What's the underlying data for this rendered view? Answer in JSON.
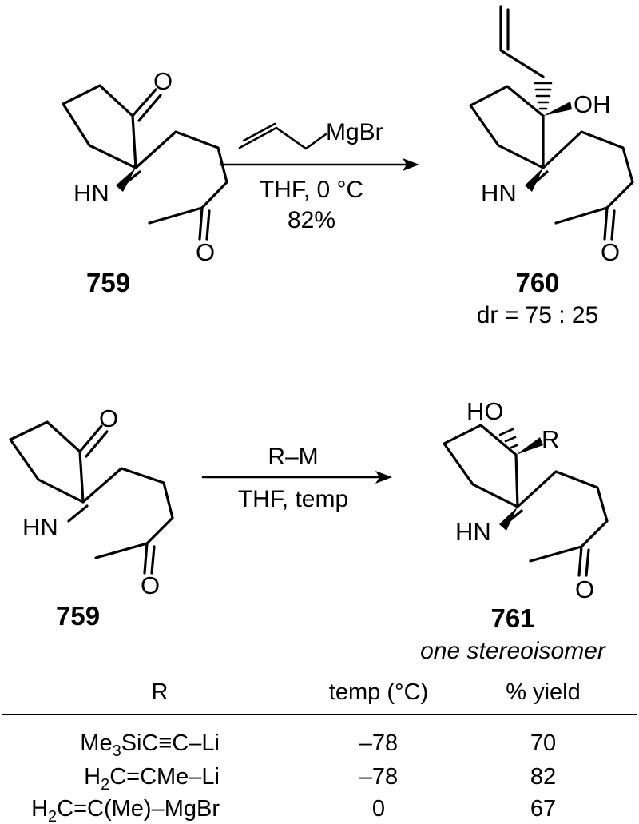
{
  "scheme1": {
    "reactant": {
      "label": "759",
      "atoms": {
        "carbonyl_o": "O",
        "amide_o": "O",
        "nh": "HN"
      }
    },
    "reagent": "MgBr",
    "conditions": [
      "THF, 0 °C",
      "82%"
    ],
    "product": {
      "label": "760",
      "atoms": {
        "oh": "OH",
        "amide_o": "O",
        "nh": "HN"
      },
      "note": "dr = 75 : 25"
    }
  },
  "scheme2": {
    "reactant": {
      "label": "759",
      "atoms": {
        "carbonyl_o": "O",
        "amide_o": "O",
        "nh": "HN"
      }
    },
    "conditions": [
      "R–M",
      "THF, temp"
    ],
    "product": {
      "label": "761",
      "atoms": {
        "ho": "HO",
        "r": "R",
        "amide_o": "O",
        "nh": "HN"
      },
      "note": "one stereoisomer"
    }
  },
  "table": {
    "headers": [
      "R",
      "temp (°C)",
      "% yield"
    ],
    "rows": [
      {
        "r": [
          "Me",
          "3",
          "SiC≡C–Li"
        ],
        "temp": "–78",
        "yield": "70"
      },
      {
        "r": [
          "H",
          "2",
          "C=CMe–Li"
        ],
        "temp": "–78",
        "yield": "82"
      },
      {
        "r": [
          "H",
          "2",
          "C=C(Me)–MgBr"
        ],
        "temp": "0",
        "yield": "67"
      }
    ]
  }
}
